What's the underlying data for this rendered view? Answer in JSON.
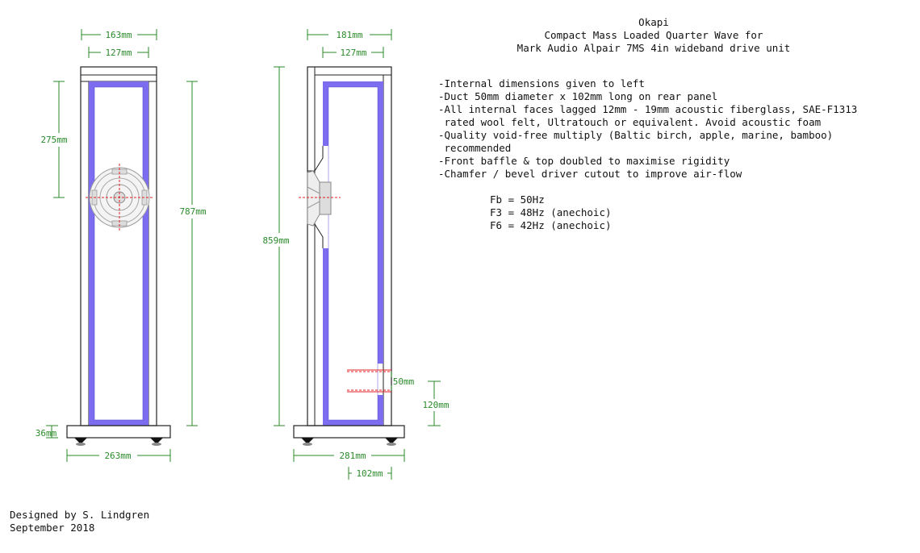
{
  "title": {
    "name": "Okapi",
    "line2": "Compact Mass Loaded Quarter Wave for",
    "line3": "Mark Audio Alpair 7MS 4in wideband drive unit"
  },
  "notes": [
    "-Internal dimensions given to left",
    "-Duct 50mm diameter x 102mm long on rear panel",
    "-All internal faces lagged 12mm - 19mm acoustic fiberglass, SAE-F1313",
    " rated wool felt, Ultratouch or equivalent. Avoid acoustic foam",
    "-Quality void-free multiply (Baltic birch, apple, marine, bamboo)",
    " recommended",
    "-Front baffle & top doubled to maximise rigidity",
    "-Chamfer / bevel driver cutout to improve air-flow"
  ],
  "specs": {
    "fb": "Fb = 50Hz",
    "f3": "F3 = 48Hz (anechoic)",
    "f6": "F6 = 42Hz (anechoic)"
  },
  "credit": {
    "designer": "Designed by S. Lindgren",
    "date": "September 2018"
  },
  "front_view": {
    "outer_width": "163mm",
    "inner_width": "127mm",
    "driver_height": "275mm",
    "internal_height": "787mm",
    "plinth_height": "36mm",
    "plinth_width": "263mm"
  },
  "side_view": {
    "outer_depth": "181mm",
    "inner_depth": "127mm",
    "total_height": "859mm",
    "duct_diameter": "50mm",
    "duct_height": "120mm",
    "plinth_depth": "281mm",
    "duct_length": "102mm"
  },
  "colors": {
    "lining": "#7b6cf0",
    "dimension": "#2a8a2a",
    "panel": "#222222",
    "centerline": "#e02020"
  }
}
